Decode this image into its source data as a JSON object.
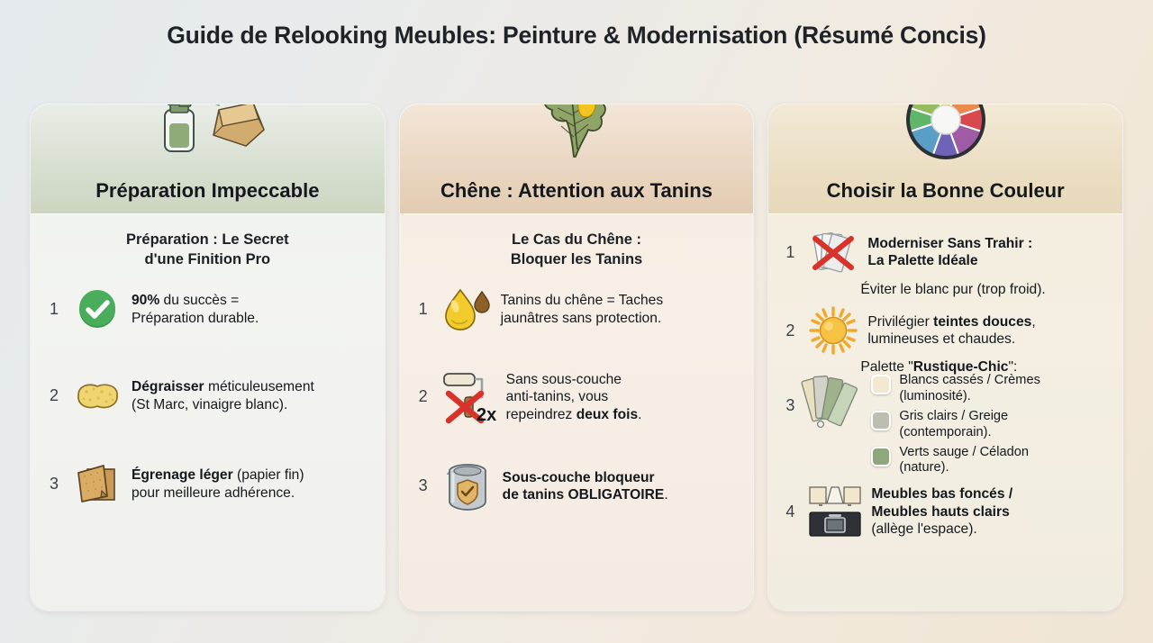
{
  "page": {
    "title": "Guide de Relooking Meubles: Peinture & Modernisation (Résumé Concis)",
    "background_accent": "#f0e5d6"
  },
  "cards": [
    {
      "id": "preparation",
      "header_icon": "spray-bottle-and-cloth-icon",
      "header_color": "#ccd5c1",
      "title": "Préparation Impeccable",
      "subhead_line1": "Préparation : Le Secret",
      "subhead_line2": "d'une Finition Pro",
      "items": [
        {
          "num": "1",
          "icon": "green-check-circle-icon",
          "text_html": "<b>90%</b> du succès =<br>Préparation durable.",
          "accent": "#3c9a4e"
        },
        {
          "num": "2",
          "icon": "sponge-icon",
          "text_html": "<b>Dégraisser</b> méticuleusement<br>(St Marc, vinaigre blanc).",
          "accent": "#e8cf6a"
        },
        {
          "num": "3",
          "icon": "sandpaper-sheets-icon",
          "text_html": "<b>Égrenage léger</b> (papier fin)<br>pour meilleure adhérence.",
          "accent": "#c79a52"
        }
      ]
    },
    {
      "id": "chene-tanins",
      "header_icon": "oak-leaf-icon",
      "header_color": "#e2cbb2",
      "title": "Chêne : Attention aux Tanins",
      "subhead_line1": "Le Cas du Chêne :",
      "subhead_line2": "Bloquer les Tanins",
      "items": [
        {
          "num": "1",
          "icon": "tannin-droplet-icon",
          "text_html": "Tanins du chêne = Taches<br>jaunâtres sans protection.",
          "accent": "#edc53c"
        },
        {
          "num": "2",
          "icon": "paint-roller-crossed-icon",
          "badge": "2x",
          "text_html": "Sans sous-couche<br>anti-tanins, vous<br>repeindrez <b>deux fois</b>.",
          "accent": "#d8322a"
        },
        {
          "num": "3",
          "icon": "primer-paint-can-shield-icon",
          "text_html": "<b>Sous-couche bloqueur<br>de tanins OBLIGATOIRE</b>.",
          "accent": "#b0b5b8"
        }
      ]
    },
    {
      "id": "bonne-couleur",
      "header_icon": "color-wheel-icon",
      "header_color": "#e5d8bb",
      "title": "Choisir la Bonne Couleur",
      "items": [
        {
          "num": "1",
          "icon": "white-swatch-cards-crossed-icon",
          "text_html": "<b>Moderniser Sans Trahir :<br>La Palette Idéale</b>",
          "accent": "#d8322a"
        },
        {
          "num": "2",
          "icon": "sun-icon",
          "text_html": "Privilégier <b>teintes douces</b>,<br>lumineuses et chaudes.",
          "accent": "#f5b731"
        },
        {
          "num": "3",
          "icon": "paint-swatch-fan-icon",
          "text_html": "",
          "accent": "#93a884"
        },
        {
          "num": "4",
          "icon": "kitchen-cabinets-icon",
          "text_html": "<b>Meubles bas foncés /<br>Meubles hauts clairs</b><br>(allège l'espace).",
          "accent": "#2e3237"
        }
      ],
      "note_after_item1": "Éviter le blanc pur (trop froid).",
      "palette_label_html": "Palette \"<b>Rustique-Chic</b>\":",
      "palette": [
        {
          "color": "#f3e9d2",
          "label_line1": "Blancs cassés / Crèmes",
          "label_line2": "(luminosité)."
        },
        {
          "color": "#bdbdb2",
          "label_line1": "Gris clairs / Greige",
          "label_line2": "(contemporain)."
        },
        {
          "color": "#8ea87c",
          "label_line1": "Verts sauge / Céladon",
          "label_line2": "(nature)."
        }
      ]
    }
  ]
}
